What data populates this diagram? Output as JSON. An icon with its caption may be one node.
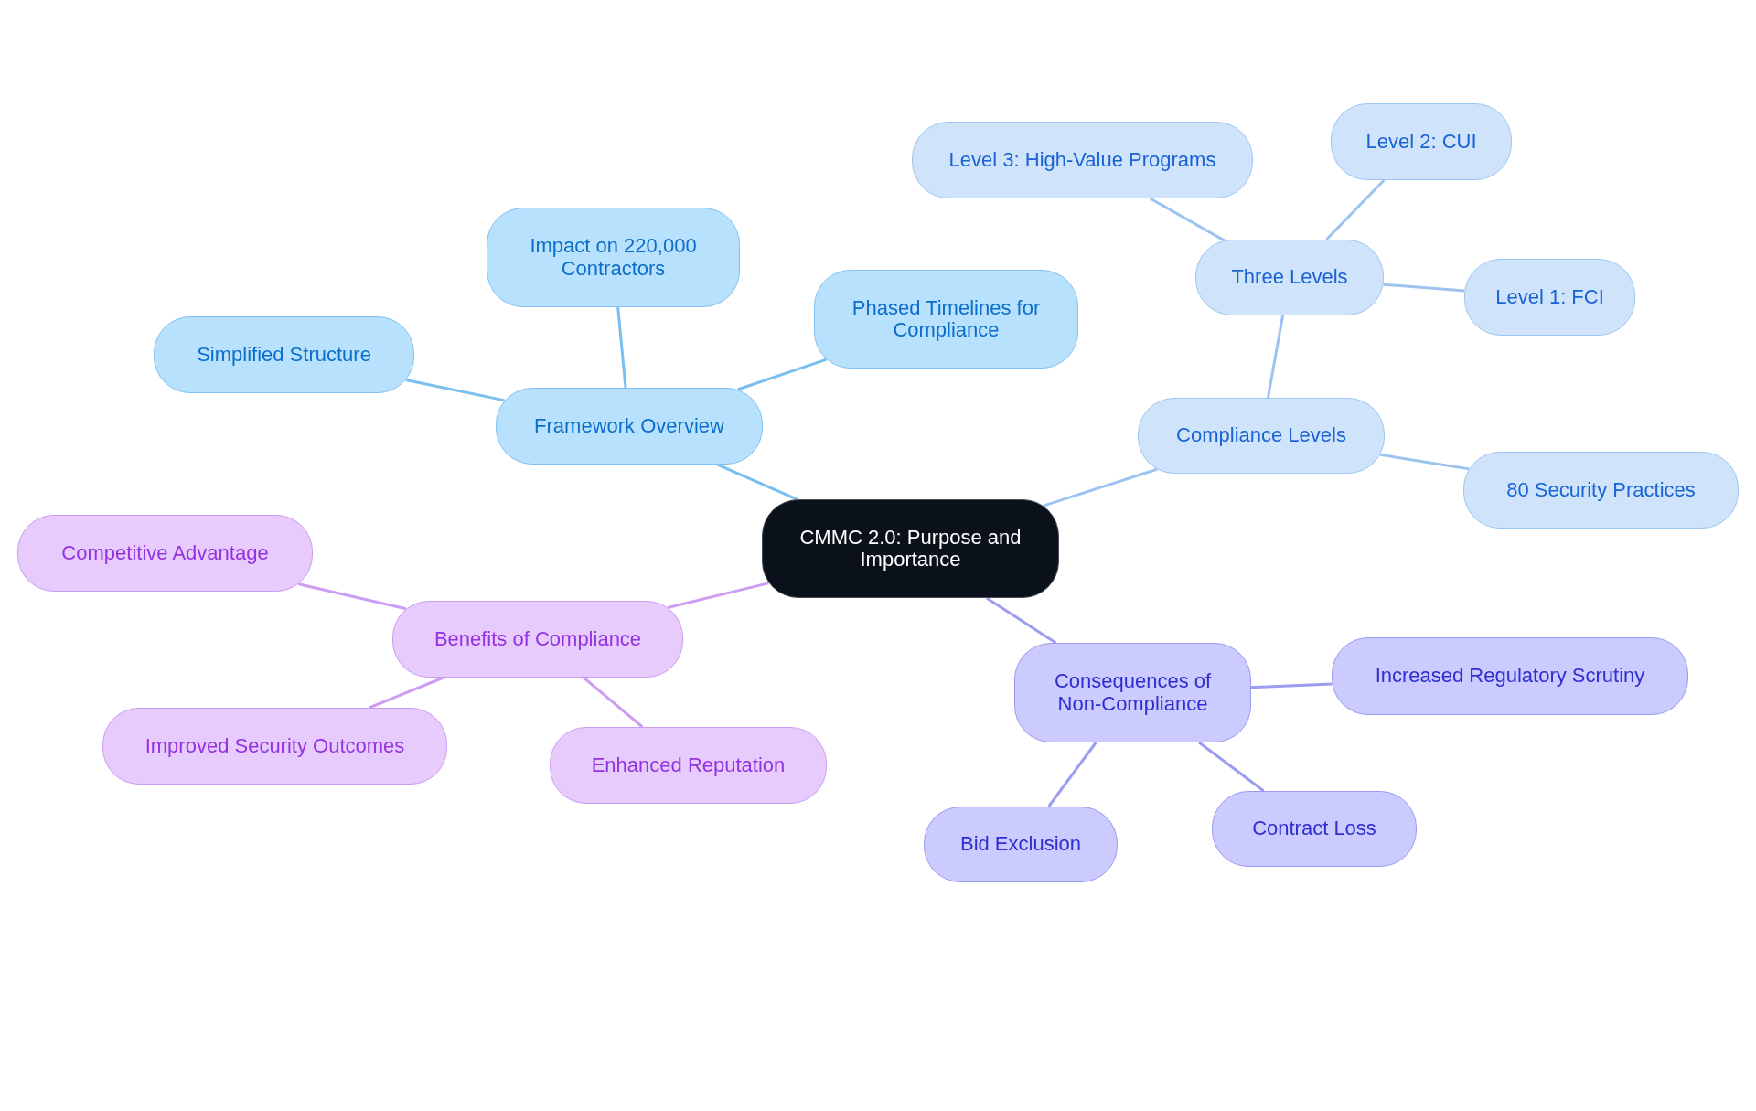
{
  "diagram": {
    "nodes": [
      {
        "text": [
          "CMMC 2.0: Purpose and Importance"
        ]
      },
      {
        "text": [
          "Framework Overview"
        ]
      },
      {
        "text": [
          "Simplified Structure"
        ]
      },
      {
        "text": [
          "Impact on 220,000 Contractors"
        ]
      },
      {
        "text": [
          "Phased Timelines for Compliance"
        ]
      },
      {
        "text": [
          "Compliance Levels"
        ]
      },
      {
        "text": [
          "Three Levels"
        ]
      },
      {
        "text": [
          "Level 3: High-Value Programs"
        ]
      },
      {
        "text": [
          "Level 2: CUI"
        ]
      },
      {
        "text": [
          "Level 1: FCI"
        ]
      },
      {
        "text": [
          "80 Security Practices"
        ]
      },
      {
        "text": [
          "Consequences of Non-Compliance"
        ]
      },
      {
        "text": [
          "Increased Regulatory Scrutiny"
        ]
      },
      {
        "text": [
          "Contract Loss"
        ]
      },
      {
        "text": [
          "Bid Exclusion"
        ]
      },
      {
        "text": [
          "Benefits of Compliance"
        ]
      },
      {
        "text": [
          "Competitive Advantage"
        ]
      },
      {
        "text": [
          "Improved Security Outcomes"
        ]
      },
      {
        "text": [
          "Enhanced Reputation"
        ]
      }
    ],
    "edges": [
      {
        "from": 0,
        "to": 1,
        "arrow": "none",
        "color": "#7bbff0"
      },
      {
        "from": 1,
        "to": 2,
        "arrow": "none",
        "color": "#7bbff0"
      },
      {
        "from": 1,
        "to": 3,
        "arrow": "none",
        "color": "#7bbff0"
      },
      {
        "from": 1,
        "to": 4,
        "arrow": "none",
        "color": "#7bbff0"
      },
      {
        "from": 0,
        "to": 5,
        "arrow": "none",
        "color": "#9cc4f1"
      },
      {
        "from": 5,
        "to": 6,
        "arrow": "none",
        "color": "#9cc4f1"
      },
      {
        "from": 6,
        "to": 7,
        "arrow": "none",
        "color": "#9cc4f1"
      },
      {
        "from": 6,
        "to": 8,
        "arrow": "none",
        "color": "#9cc4f1"
      },
      {
        "from": 6,
        "to": 9,
        "arrow": "none",
        "color": "#9cc4f1"
      },
      {
        "from": 5,
        "to": 10,
        "arrow": "none",
        "color": "#9cc4f1"
      },
      {
        "from": 0,
        "to": 11,
        "arrow": "none",
        "color": "#9c9cf0"
      },
      {
        "from": 11,
        "to": 12,
        "arrow": "none",
        "color": "#9c9cf0"
      },
      {
        "from": 11,
        "to": 13,
        "arrow": "none",
        "color": "#9c9cf0"
      },
      {
        "from": 11,
        "to": 14,
        "arrow": "none",
        "color": "#9c9cf0"
      },
      {
        "from": 0,
        "to": 15,
        "arrow": "none",
        "color": "#cd9cf3"
      },
      {
        "from": 15,
        "to": 16,
        "arrow": "none",
        "color": "#cd9cf3"
      },
      {
        "from": 15,
        "to": 17,
        "arrow": "none",
        "color": "#cd9cf3"
      },
      {
        "from": 15,
        "to": 18,
        "arrow": "none",
        "color": "#cd9cf3"
      }
    ]
  }
}
